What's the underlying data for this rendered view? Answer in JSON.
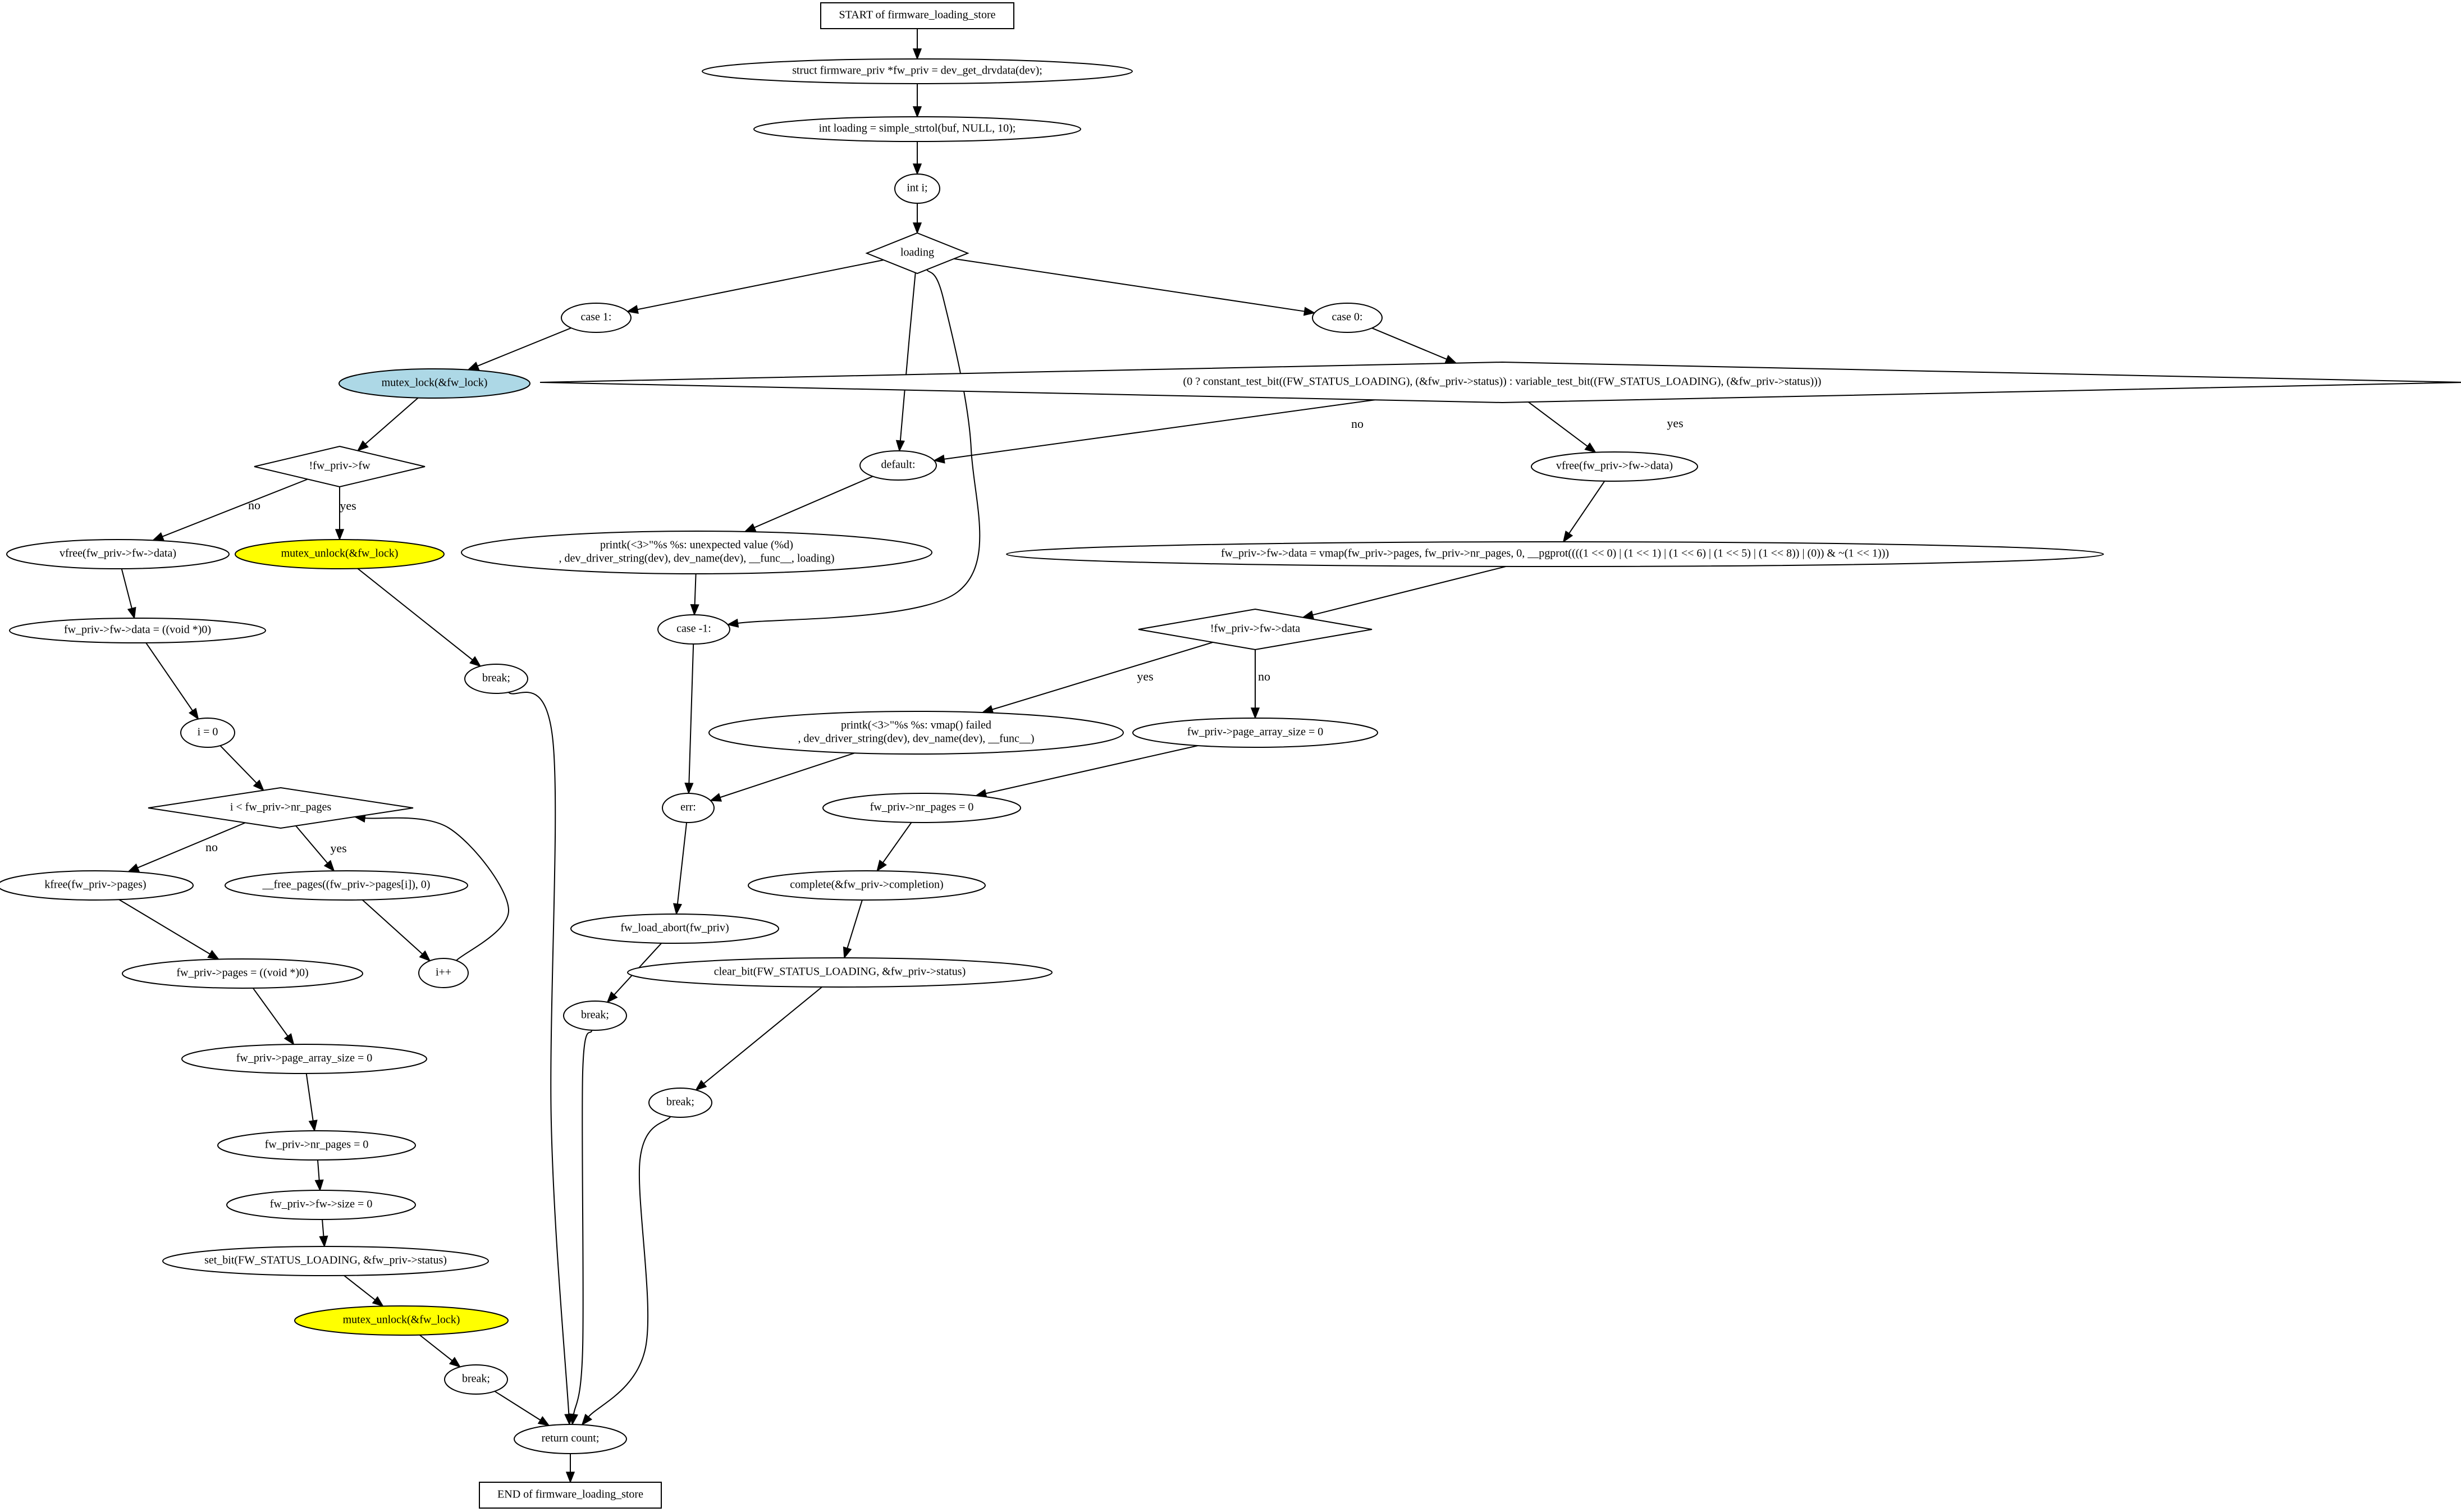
{
  "colors": {
    "default_fill": "#ffffff",
    "lock_fill": "#add8e6",
    "unlock_fill": "#ffff00",
    "stroke": "#000000"
  },
  "nodes": {
    "start": {
      "shape": "box",
      "lines": [
        "START of firmware_loading_store"
      ]
    },
    "fw_priv": {
      "shape": "ellipse",
      "lines": [
        "struct firmware_priv *fw_priv = dev_get_drvdata(dev);"
      ]
    },
    "loading_var": {
      "shape": "ellipse",
      "lines": [
        "int loading = simple_strtol(buf, NULL, 10);"
      ]
    },
    "int_i": {
      "shape": "ellipse",
      "lines": [
        "int i;"
      ]
    },
    "sw_loading": {
      "shape": "diamond",
      "lines": [
        "loading"
      ]
    },
    "case1": {
      "shape": "ellipse",
      "lines": [
        "case 1:"
      ]
    },
    "case0": {
      "shape": "ellipse",
      "lines": [
        "case 0:"
      ]
    },
    "lock": {
      "shape": "ellipse",
      "fill": "lock",
      "lines": [
        "mutex_lock(&fw_lock)"
      ]
    },
    "cond_status": {
      "shape": "diamond",
      "lines": [
        "(0 ? constant_test_bit((FW_STATUS_LOADING), (&fw_priv->status)) : variable_test_bit((FW_STATUS_LOADING), (&fw_priv->status)))"
      ]
    },
    "cond_fw": {
      "shape": "diamond",
      "lines": [
        "!fw_priv->fw"
      ]
    },
    "default": {
      "shape": "ellipse",
      "lines": [
        "default:"
      ]
    },
    "vfree_data_r": {
      "shape": "ellipse",
      "lines": [
        "vfree(fw_priv->fw->data)"
      ]
    },
    "vfree_data_l": {
      "shape": "ellipse",
      "lines": [
        "vfree(fw_priv->fw->data)"
      ]
    },
    "unlock1": {
      "shape": "ellipse",
      "fill": "unlock",
      "lines": [
        "mutex_unlock(&fw_lock)"
      ]
    },
    "printk_unexp": {
      "shape": "ellipse",
      "lines": [
        "printk(<3>\"%s %s: unexpected value (%d)",
        ", dev_driver_string(dev), dev_name(dev), __func__, loading)"
      ]
    },
    "vmap": {
      "shape": "ellipse",
      "lines": [
        "fw_priv->fw->data = vmap(fw_priv->pages, fw_priv->nr_pages, 0, __pgprot((((1 << 0) | (1 << 1) | (1 << 6) | (1 << 5) | (1 << 8)) | (0)) & ~(1 << 1)))"
      ]
    },
    "data_null": {
      "shape": "ellipse",
      "lines": [
        "fw_priv->fw->data = ((void *)0)"
      ]
    },
    "case_m1": {
      "shape": "ellipse",
      "lines": [
        "case -1:"
      ]
    },
    "cond_data": {
      "shape": "diamond",
      "lines": [
        "!fw_priv->fw->data"
      ]
    },
    "break1": {
      "shape": "ellipse",
      "lines": [
        "break;"
      ]
    },
    "i0": {
      "shape": "ellipse",
      "lines": [
        "i = 0"
      ]
    },
    "printk_vmap": {
      "shape": "ellipse",
      "lines": [
        "printk(<3>\"%s %s: vmap() failed",
        ", dev_driver_string(dev), dev_name(dev), __func__)"
      ]
    },
    "page_arr_r": {
      "shape": "ellipse",
      "lines": [
        "fw_priv->page_array_size = 0"
      ]
    },
    "cond_i": {
      "shape": "diamond",
      "lines": [
        "i < fw_priv->nr_pages"
      ]
    },
    "err": {
      "shape": "ellipse",
      "lines": [
        "err:"
      ]
    },
    "nr_pages_r": {
      "shape": "ellipse",
      "lines": [
        "fw_priv->nr_pages = 0"
      ]
    },
    "kfree": {
      "shape": "ellipse",
      "lines": [
        "kfree(fw_priv->pages)"
      ]
    },
    "free_pages": {
      "shape": "ellipse",
      "lines": [
        "__free_pages((fw_priv->pages[i]), 0)"
      ]
    },
    "complete": {
      "shape": "ellipse",
      "lines": [
        "complete(&fw_priv->completion)"
      ]
    },
    "abort": {
      "shape": "ellipse",
      "lines": [
        "fw_load_abort(fw_priv)"
      ]
    },
    "pages_null": {
      "shape": "ellipse",
      "lines": [
        "fw_priv->pages = ((void *)0)"
      ]
    },
    "iinc": {
      "shape": "ellipse",
      "lines": [
        "i++"
      ]
    },
    "clear_bit": {
      "shape": "ellipse",
      "lines": [
        "clear_bit(FW_STATUS_LOADING, &fw_priv->status)"
      ]
    },
    "break_err": {
      "shape": "ellipse",
      "lines": [
        "break;"
      ]
    },
    "page_arr_l": {
      "shape": "ellipse",
      "lines": [
        "fw_priv->page_array_size = 0"
      ]
    },
    "break_r": {
      "shape": "ellipse",
      "lines": [
        "break;"
      ]
    },
    "nr_pages_l": {
      "shape": "ellipse",
      "lines": [
        "fw_priv->nr_pages = 0"
      ]
    },
    "size0": {
      "shape": "ellipse",
      "lines": [
        "fw_priv->fw->size = 0"
      ]
    },
    "set_bit": {
      "shape": "ellipse",
      "lines": [
        "set_bit(FW_STATUS_LOADING, &fw_priv->status)"
      ]
    },
    "unlock2": {
      "shape": "ellipse",
      "fill": "unlock",
      "lines": [
        "mutex_unlock(&fw_lock)"
      ]
    },
    "break_l": {
      "shape": "ellipse",
      "lines": [
        "break;"
      ]
    },
    "ret": {
      "shape": "ellipse",
      "lines": [
        "return count;"
      ]
    },
    "end": {
      "shape": "box",
      "lines": [
        "END of firmware_loading_store"
      ]
    }
  },
  "edges": [
    {
      "from": "start",
      "to": "fw_priv"
    },
    {
      "from": "fw_priv",
      "to": "loading_var"
    },
    {
      "from": "loading_var",
      "to": "int_i"
    },
    {
      "from": "int_i",
      "to": "sw_loading"
    },
    {
      "from": "sw_loading",
      "to": "case1"
    },
    {
      "from": "sw_loading",
      "to": "case0"
    },
    {
      "from": "sw_loading",
      "to": "default"
    },
    {
      "from": "sw_loading",
      "to": "case_m1"
    },
    {
      "from": "case1",
      "to": "lock"
    },
    {
      "from": "lock",
      "to": "cond_fw"
    },
    {
      "from": "cond_fw",
      "to": "vfree_data_l",
      "label": "no"
    },
    {
      "from": "cond_fw",
      "to": "unlock1",
      "label": "yes"
    },
    {
      "from": "unlock1",
      "to": "break1"
    },
    {
      "from": "break1",
      "to": "ret"
    },
    {
      "from": "vfree_data_l",
      "to": "data_null"
    },
    {
      "from": "data_null",
      "to": "i0"
    },
    {
      "from": "i0",
      "to": "cond_i"
    },
    {
      "from": "cond_i",
      "to": "kfree",
      "label": "no"
    },
    {
      "from": "cond_i",
      "to": "free_pages",
      "label": "yes"
    },
    {
      "from": "free_pages",
      "to": "iinc"
    },
    {
      "from": "iinc",
      "to": "cond_i"
    },
    {
      "from": "kfree",
      "to": "pages_null"
    },
    {
      "from": "pages_null",
      "to": "page_arr_l"
    },
    {
      "from": "page_arr_l",
      "to": "nr_pages_l"
    },
    {
      "from": "nr_pages_l",
      "to": "size0"
    },
    {
      "from": "size0",
      "to": "set_bit"
    },
    {
      "from": "set_bit",
      "to": "unlock2"
    },
    {
      "from": "unlock2",
      "to": "break_l"
    },
    {
      "from": "break_l",
      "to": "ret"
    },
    {
      "from": "case0",
      "to": "cond_status"
    },
    {
      "from": "cond_status",
      "to": "default",
      "label": "no"
    },
    {
      "from": "cond_status",
      "to": "vfree_data_r",
      "label": "yes"
    },
    {
      "from": "vfree_data_r",
      "to": "vmap"
    },
    {
      "from": "vmap",
      "to": "cond_data"
    },
    {
      "from": "cond_data",
      "to": "printk_vmap",
      "label": "yes"
    },
    {
      "from": "cond_data",
      "to": "page_arr_r",
      "label": "no"
    },
    {
      "from": "printk_vmap",
      "to": "err"
    },
    {
      "from": "page_arr_r",
      "to": "nr_pages_r"
    },
    {
      "from": "nr_pages_r",
      "to": "complete"
    },
    {
      "from": "complete",
      "to": "clear_bit"
    },
    {
      "from": "clear_bit",
      "to": "break_r"
    },
    {
      "from": "break_r",
      "to": "ret"
    },
    {
      "from": "default",
      "to": "printk_unexp"
    },
    {
      "from": "printk_unexp",
      "to": "case_m1"
    },
    {
      "from": "case_m1",
      "to": "err"
    },
    {
      "from": "err",
      "to": "abort"
    },
    {
      "from": "abort",
      "to": "break_err"
    },
    {
      "from": "break_err",
      "to": "ret"
    },
    {
      "from": "ret",
      "to": "end"
    }
  ]
}
